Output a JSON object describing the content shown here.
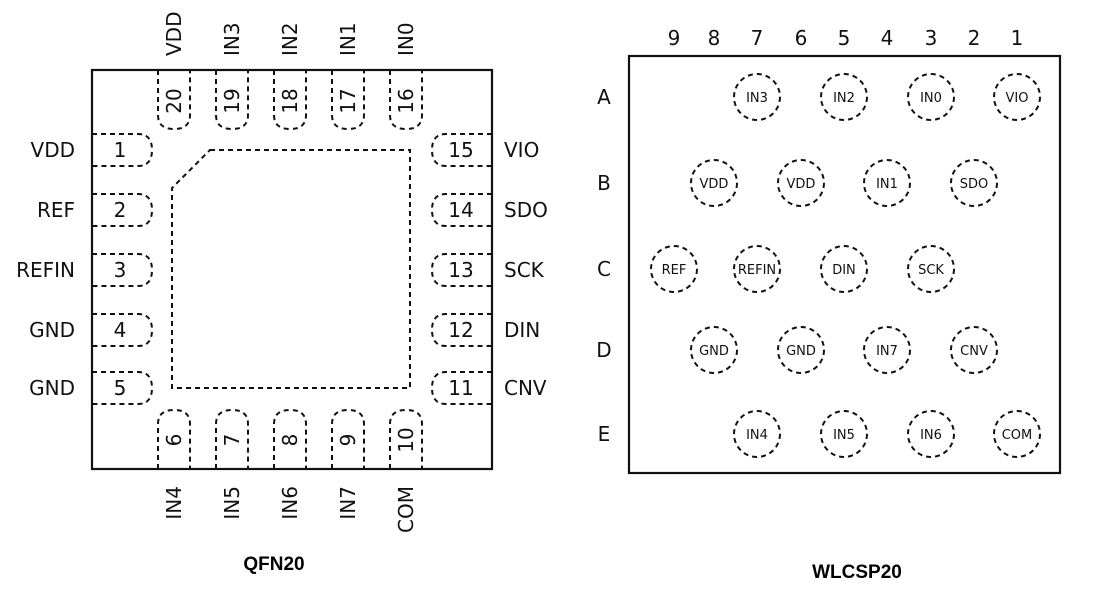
{
  "qfn": {
    "caption": "QFN20",
    "left_pins": [
      {
        "num": "1",
        "name": "VDD"
      },
      {
        "num": "2",
        "name": "REF"
      },
      {
        "num": "3",
        "name": "REFIN"
      },
      {
        "num": "4",
        "name": "GND"
      },
      {
        "num": "5",
        "name": "GND"
      }
    ],
    "bottom_pins": [
      {
        "num": "6",
        "name": "IN4"
      },
      {
        "num": "7",
        "name": "IN5"
      },
      {
        "num": "8",
        "name": "IN6"
      },
      {
        "num": "9",
        "name": "IN7"
      },
      {
        "num": "10",
        "name": "COM"
      }
    ],
    "right_pins": [
      {
        "num": "11",
        "name": "CNV"
      },
      {
        "num": "12",
        "name": "DIN"
      },
      {
        "num": "13",
        "name": "SCK"
      },
      {
        "num": "14",
        "name": "SDO"
      },
      {
        "num": "15",
        "name": "VIO"
      }
    ],
    "top_pins": [
      {
        "num": "16",
        "name": "IN0"
      },
      {
        "num": "17",
        "name": "IN1"
      },
      {
        "num": "18",
        "name": "IN2"
      },
      {
        "num": "19",
        "name": "IN3"
      },
      {
        "num": "20",
        "name": "VDD"
      }
    ]
  },
  "wlcsp": {
    "caption": "WLCSP20",
    "columns": [
      "9",
      "8",
      "7",
      "6",
      "5",
      "4",
      "3",
      "2",
      "1"
    ],
    "rows": [
      "A",
      "B",
      "C",
      "D",
      "E"
    ],
    "balls": [
      {
        "row": "A",
        "col": "7",
        "name": "IN3"
      },
      {
        "row": "A",
        "col": "5",
        "name": "IN2"
      },
      {
        "row": "A",
        "col": "3",
        "name": "IN0"
      },
      {
        "row": "A",
        "col": "1",
        "name": "VIO"
      },
      {
        "row": "B",
        "col": "8",
        "name": "VDD"
      },
      {
        "row": "B",
        "col": "6",
        "name": "VDD"
      },
      {
        "row": "B",
        "col": "4",
        "name": "IN1"
      },
      {
        "row": "B",
        "col": "2",
        "name": "SDO"
      },
      {
        "row": "C",
        "col": "9",
        "name": "REF"
      },
      {
        "row": "C",
        "col": "7",
        "name": "REFIN"
      },
      {
        "row": "C",
        "col": "5",
        "name": "DIN"
      },
      {
        "row": "C",
        "col": "3",
        "name": "SCK"
      },
      {
        "row": "D",
        "col": "8",
        "name": "GND"
      },
      {
        "row": "D",
        "col": "6",
        "name": "GND"
      },
      {
        "row": "D",
        "col": "4",
        "name": "IN7"
      },
      {
        "row": "D",
        "col": "2",
        "name": "CNV"
      },
      {
        "row": "E",
        "col": "7",
        "name": "IN4"
      },
      {
        "row": "E",
        "col": "5",
        "name": "IN5"
      },
      {
        "row": "E",
        "col": "3",
        "name": "IN6"
      },
      {
        "row": "E",
        "col": "1",
        "name": "COM"
      }
    ]
  }
}
